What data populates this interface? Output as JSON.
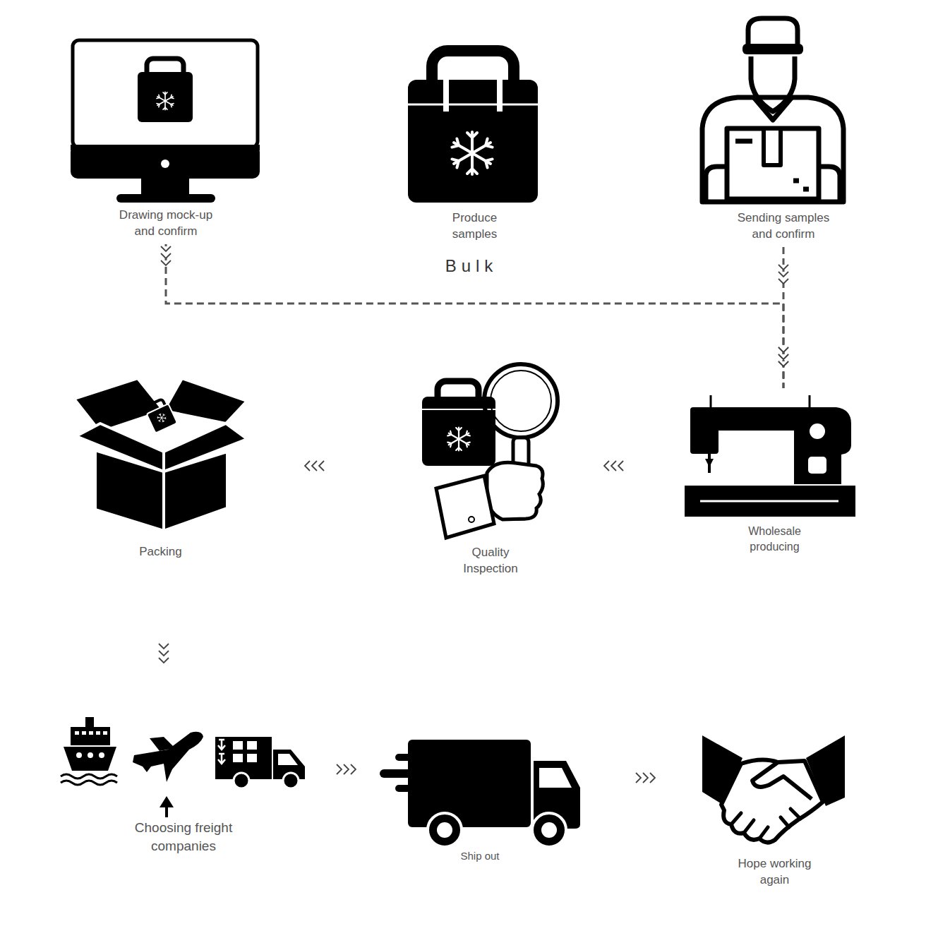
{
  "diagram": {
    "nodes": [
      {
        "text": [
          "Drawing mock-up and confirm"
        ]
      },
      {
        "text": [
          "Produce samples"
        ]
      },
      {
        "text": [
          "Sending samples and confirm"
        ]
      },
      {
        "text": [
          "Packing"
        ]
      },
      {
        "text": [
          "Quality Inspection"
        ]
      },
      {
        "text": [
          "Wholesale producing"
        ]
      },
      {
        "text": [
          "Choosing freight companies"
        ]
      },
      {
        "text": [
          "Ship out"
        ]
      },
      {
        "text": [
          "Hope working again"
        ]
      }
    ],
    "edges": [
      {
        "from": 0,
        "to": 5,
        "label": "Bulk",
        "arrow": "to"
      },
      {
        "from": 2,
        "to": 5,
        "arrow": "to"
      },
      {
        "from": 5,
        "to": 4,
        "arrow": "to"
      },
      {
        "from": 4,
        "to": 3,
        "arrow": "to"
      },
      {
        "from": 3,
        "to": 6,
        "arrow": "to"
      },
      {
        "from": 6,
        "to": 7,
        "arrow": "to"
      },
      {
        "from": 7,
        "to": 8,
        "arrow": "to"
      }
    ]
  }
}
